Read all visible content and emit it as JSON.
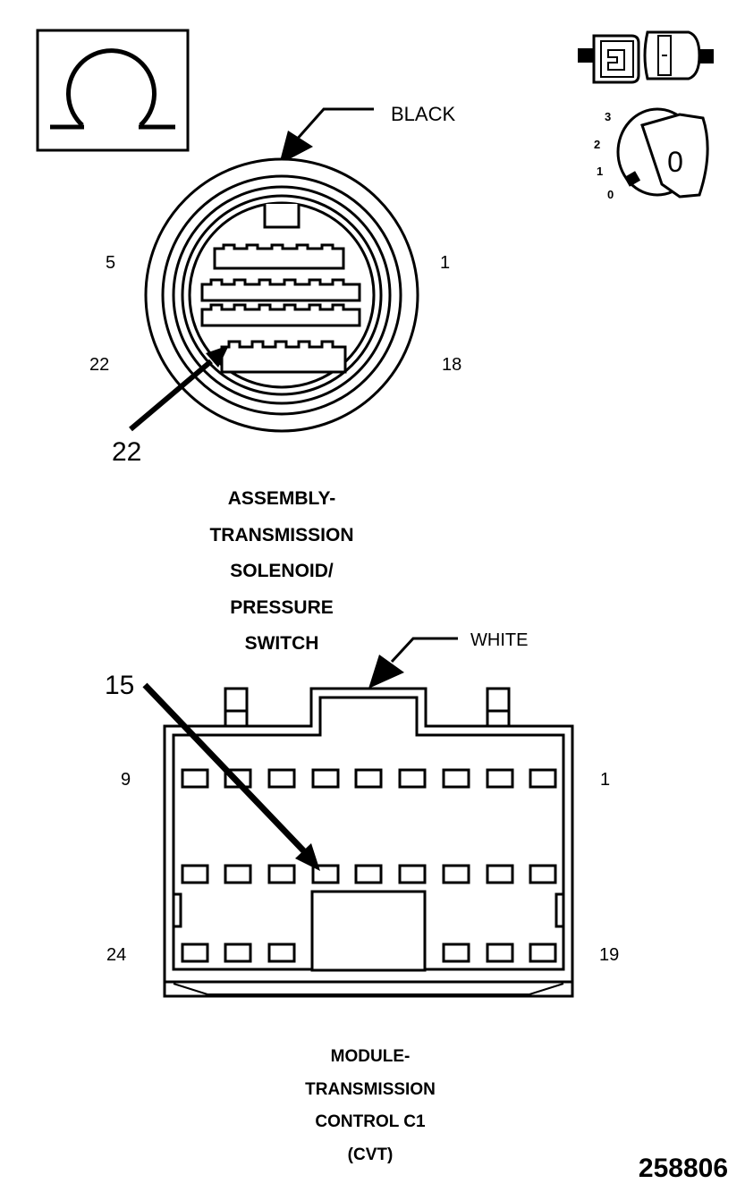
{
  "meter_icon": {
    "name": "ohmmeter-omega-icon"
  },
  "ignition_icon": {
    "name": "ignition-key-off-icon",
    "positions": [
      "3",
      "2",
      "1",
      "0"
    ],
    "key_label": "0"
  },
  "connector_icon": {
    "name": "unplugged-connector-icon"
  },
  "connector1": {
    "color_label": "BLACK",
    "pin_labels": {
      "top_left": "5",
      "top_right": "1",
      "bottom_left": "22",
      "bottom_right": "18"
    },
    "callout_pin": "22",
    "title_lines": [
      "ASSEMBLY-",
      "TRANSMISSION",
      "SOLENOID/",
      "PRESSURE",
      "SWITCH"
    ]
  },
  "connector2": {
    "color_label": "WHITE",
    "pin_labels": {
      "top_left": "9",
      "top_right": "1",
      "bottom_left": "24",
      "bottom_right": "19"
    },
    "callout_pin": "15",
    "title_lines": [
      "MODULE-",
      "TRANSMISSION",
      "CONTROL C1",
      "(CVT)"
    ]
  },
  "figure_number": "258806"
}
